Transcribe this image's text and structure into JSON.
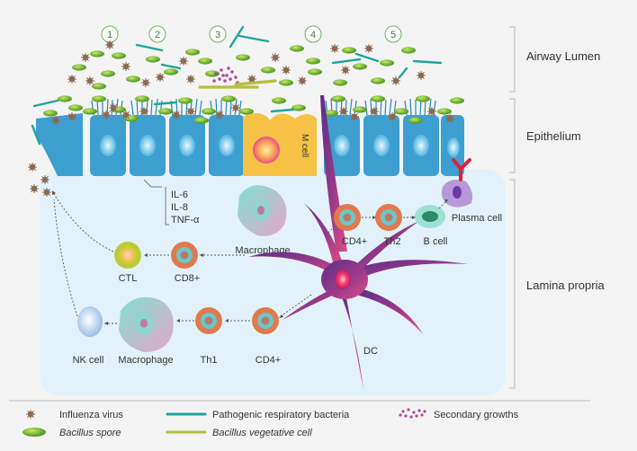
{
  "steps": [
    "1",
    "2",
    "3",
    "4",
    "5"
  ],
  "regions": {
    "airway_lumen": "Airway Lumen",
    "epithelium": "Epithelium",
    "lamina_propria": "Lamina propria"
  },
  "cells": {
    "m_cell": "M cell",
    "macrophage_top": "Macrophage",
    "cd4_top": "CD4+",
    "th2": "Th2",
    "b_cell": "B cell",
    "plasma_cell": "Plasma cell",
    "ctl": "CTL",
    "cd8": "CD8+",
    "nk_cell": "NK cell",
    "macrophage_bottom": "Macrophage",
    "th1": "Th1",
    "cd4_bottom": "CD4+",
    "dc": "DC"
  },
  "cytokines": [
    "IL-6",
    "IL-8",
    "TNF-α"
  ],
  "legend": {
    "influenza": "Influenza virus",
    "spore": "Bacillus spore",
    "bacteria": "Pathogenic respiratory bacteria",
    "vegetative": "Bacillus vegetative cell",
    "secondary": "Secondary growths"
  },
  "colors": {
    "epithelium": "#3d9fd0",
    "nucleus": "#8fd3f0",
    "spore": "#7ab82e",
    "bacteria": "#1fa59a",
    "virus": "#8a6a52",
    "m_cell": "#f6c245",
    "dc": "#6a3c8c",
    "t_cell": "#e07a4e"
  }
}
